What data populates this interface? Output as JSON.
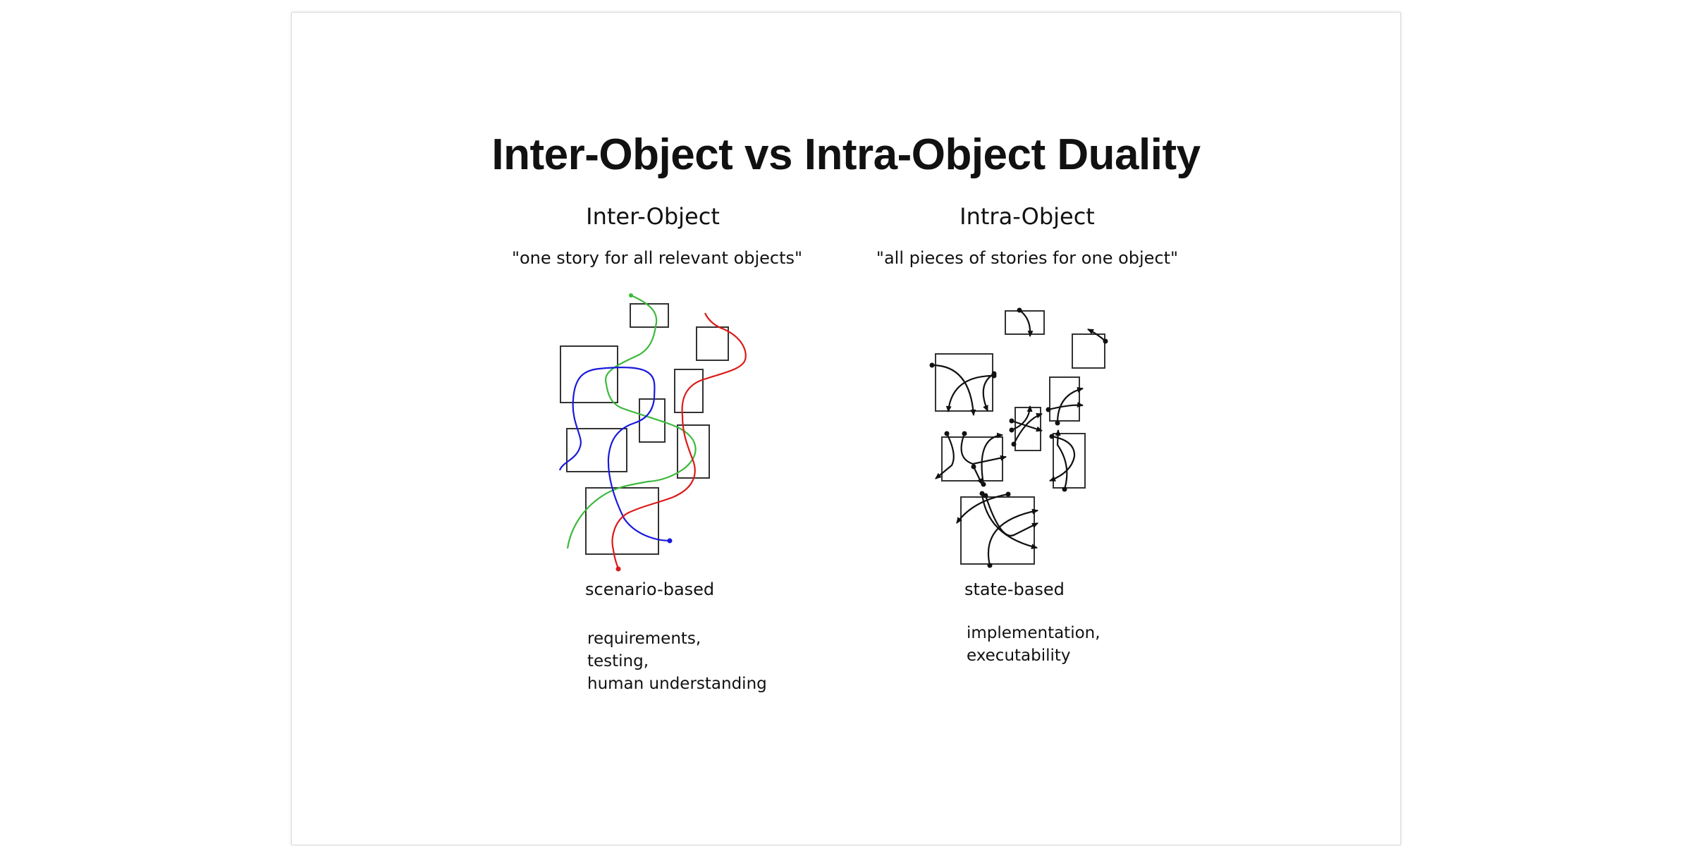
{
  "title": "Inter-Object vs Intra-Object Duality",
  "left": {
    "heading": "Inter-Object",
    "quote": "\"one story for all relevant objects\"",
    "style": "scenario-based",
    "uses": [
      "requirements,",
      "testing,",
      "human understanding"
    ],
    "colors": {
      "green": "#3cb83c",
      "blue": "#1a1adc",
      "red": "#dc1a1a"
    }
  },
  "right": {
    "heading": "Intra-Object",
    "quote": "\"all pieces of stories for one object\"",
    "style": "state-based",
    "uses": [
      "implementation,",
      "executability"
    ]
  }
}
